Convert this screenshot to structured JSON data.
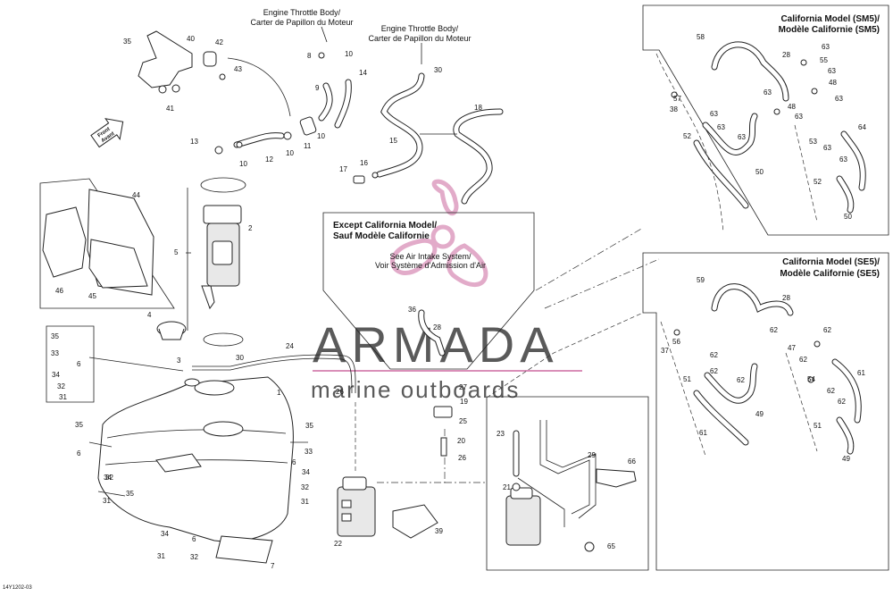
{
  "diagram_id": "14Y1202-03",
  "front_arrow": {
    "line1": "Front",
    "line2": "Avant"
  },
  "throttle_body_left": {
    "line1": "Engine Throttle Body/",
    "line2": "Carter de Papillon du Moteur"
  },
  "throttle_body_right": {
    "line1": "Engine Throttle Body/",
    "line2": "Carter de Papillon du Moteur"
  },
  "except_california": {
    "line1": "Except California Model/",
    "line2": "Sauf Modèle Californie"
  },
  "air_intake": {
    "line1": "See Air Intake System/",
    "line2": "Voir Système d'Admission d'Air"
  },
  "california_sm5": {
    "line1": "California Model (SM5)/",
    "line2": "Modèle Californie (SM5)"
  },
  "california_se5": {
    "line1": "California Model (SE5)/",
    "line2": "Modèle Californie (SE5)"
  },
  "watermark": {
    "brand": "ARMADA",
    "tagline": "marine outboards",
    "brand_color": "#5a5a5a",
    "accent_color": "#d98fb8"
  },
  "callouts": [
    "1",
    "2",
    "3",
    "4",
    "5",
    "6",
    "7",
    "8",
    "9",
    "10",
    "11",
    "12",
    "13",
    "14",
    "15",
    "16",
    "17",
    "18",
    "19",
    "20",
    "21",
    "22",
    "23",
    "24",
    "25",
    "26",
    "27",
    "28",
    "29",
    "30",
    "31",
    "32",
    "33",
    "34",
    "35",
    "36",
    "37",
    "38",
    "39",
    "40",
    "41",
    "42",
    "43",
    "44",
    "45",
    "46",
    "47",
    "48",
    "49",
    "50",
    "51",
    "52",
    "53",
    "54",
    "55",
    "56",
    "57",
    "58",
    "59",
    "61",
    "62",
    "63",
    "64",
    "65",
    "66"
  ]
}
